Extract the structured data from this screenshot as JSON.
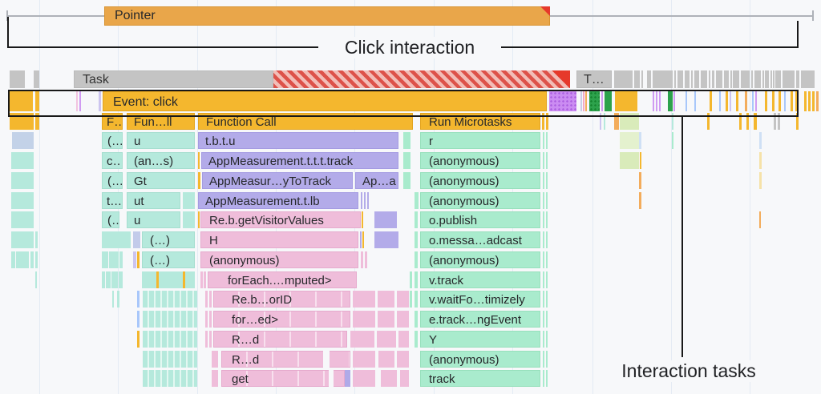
{
  "annotations": {
    "click_interaction": "Click interaction",
    "interaction_tasks": "Interaction tasks"
  },
  "tracks": {
    "pointer": "Pointer",
    "task": "Task",
    "task_short": "T…",
    "event": "Event: click"
  },
  "headers": {
    "fcall_1": "F…l",
    "fcall_2": "Fun…ll",
    "fcall_3": "Function Call",
    "run_microtasks": "Run Microtasks"
  },
  "stack_col1": [
    "(…)",
    "c…d",
    "(…)",
    "t…d",
    "(…"
  ],
  "stack_col2": [
    "u",
    "(an…s)",
    "Gt",
    "ut",
    "u",
    "(…)",
    "(…)"
  ],
  "stack_main": [
    "t.b.t.u",
    "AppMeasurement.t.t.t.track",
    "AppMeasur…yToTrack",
    "Ap…a",
    "AppMeasurement.t.lb",
    "Re.b.getVisitorValues",
    "H",
    "(anonymous)",
    "forEach.…mputed>",
    "Re.b…orID",
    "for…ed>",
    "R…d",
    "R…d",
    "get"
  ],
  "stack_micro": [
    "r",
    "(anonymous)",
    "(anonymous)",
    "(anonymous)",
    "o.publish",
    "o.messa…adcast",
    "(anonymous)",
    "v.track",
    "v.waitFo…timizely",
    "e.track…ngEvent",
    "Y",
    "(anonymous)",
    "track"
  ],
  "colors": {
    "background": "#F7F8FA",
    "scripting_yellow": "#F4B72E",
    "task_gray": "#C4C4C4",
    "long_task_stripe_red": "#DD524A",
    "alert_red": "#E6392B",
    "pointer_orange": "#E9A64A",
    "stack_teal": "#B5E9DC",
    "microtask_mint": "#A9EBCD",
    "stack_purple": "#B3ABE9",
    "stack_pink": "#EFBDDA",
    "interaction_violet": "#CB8CF2",
    "gpu_green": "#2DA24C",
    "annotation_black": "#191919"
  }
}
